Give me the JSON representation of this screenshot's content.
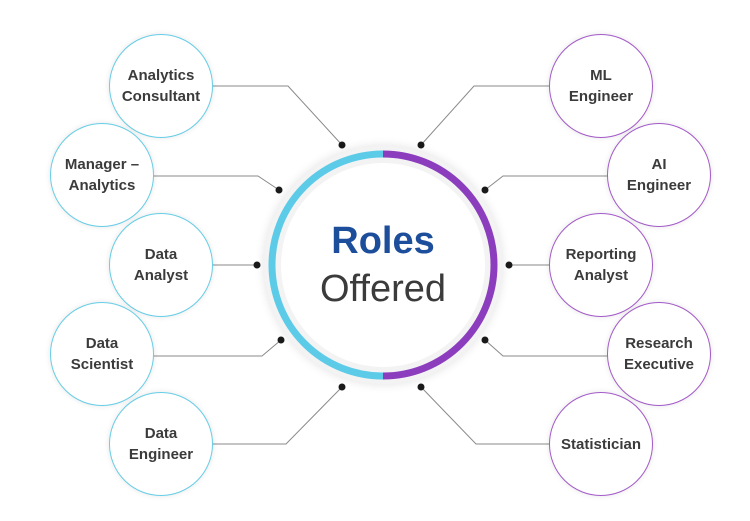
{
  "center": {
    "title": "Roles",
    "subtitle": "Offered"
  },
  "colors": {
    "left_accent": "#5ccbe8",
    "right_accent": "#8b3dbd",
    "title_blue": "#1c4e9b",
    "text_dark": "#3b3b3b",
    "connector_gray": "#8a8a8a"
  },
  "left_roles": [
    {
      "label": "Analytics\nConsultant"
    },
    {
      "label": "Manager –\nAnalytics"
    },
    {
      "label": "Data\nAnalyst"
    },
    {
      "label": "Data\nScientist"
    },
    {
      "label": "Data\nEngineer"
    }
  ],
  "right_roles": [
    {
      "label": "ML\nEngineer"
    },
    {
      "label": "AI\nEngineer"
    },
    {
      "label": "Reporting\nAnalyst"
    },
    {
      "label": "Research\nExecutive"
    },
    {
      "label": "Statistician"
    }
  ]
}
